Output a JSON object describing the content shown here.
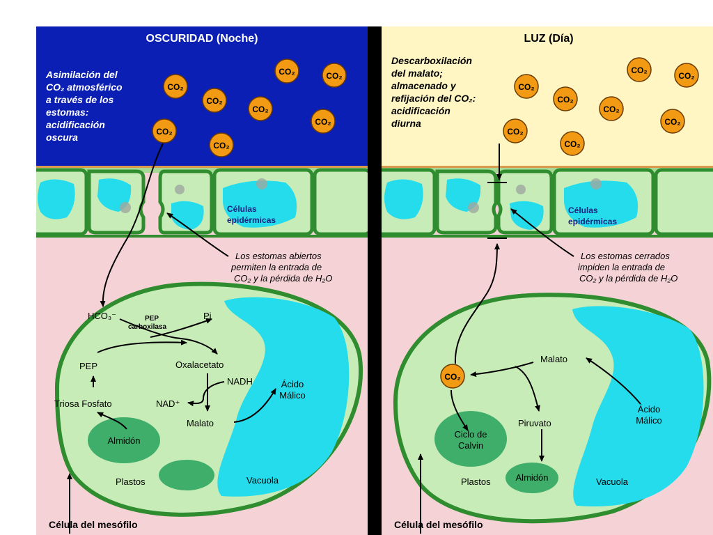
{
  "night": {
    "title": "OSCURIDAD (Noche)",
    "description": [
      "Asimilación del",
      "CO₂ atmosférico",
      "a través de los",
      "estomas:",
      "acidificación",
      "oscura"
    ],
    "epidermal_label": [
      "Células",
      "epidérmicas"
    ],
    "stomata_note": [
      "Los estomas abiertos",
      "permiten la entrada de",
      "CO₂ y la pérdida de H₂O"
    ],
    "hco3": "HCO₃⁻",
    "pep_carboxylase": [
      "PEP",
      "carboxilasa"
    ],
    "pi": "Pi",
    "pep": "PEP",
    "oxaloacetate": "Oxalacetato",
    "nadh": "NADH",
    "nad": "NAD⁺",
    "triose_phosphate": "Triosa Fosfato",
    "malate": "Malato",
    "malic_acid": [
      "Ácido",
      "Málico"
    ],
    "starch": "Almidón",
    "plastids": "Plastos",
    "vacuole": "Vacuola",
    "mesophyll_cell": "Célula del mesófilo"
  },
  "day": {
    "title": "LUZ (Día)",
    "description": [
      "Descarboxilación",
      "del malato;",
      "almacenado y",
      "refijación del CO₂:",
      "acidificación",
      "diurna"
    ],
    "epidermal_label": [
      "Células",
      "epidérmicas"
    ],
    "stomata_note": [
      "Los estomas cerrados",
      "impiden la entrada de",
      "CO₂ y la pérdida de H₂O"
    ],
    "co2": "CO₂",
    "malate": "Malato",
    "pyruvate": "Piruvato",
    "calvin_cycle": [
      "Ciclo de",
      "Calvin"
    ],
    "starch": "Almidón",
    "plastids": "Plastos",
    "malic_acid": [
      "Ácido",
      "Málico"
    ],
    "vacuole": "Vacuola",
    "mesophyll_cell": "Célula del mesófilo"
  },
  "co2_label": "CO₂",
  "colors": {
    "night_sky": "#0c1fb4",
    "day_sky": "#fff6c4",
    "tissue": "#f5d2d6",
    "cell_fill": "#c8ecb8",
    "cell_wall": "#2f8c2f",
    "vacuole": "#24dcec",
    "plastid": "#3fae6a",
    "co2": "#f29a14",
    "divider": "#000000"
  }
}
